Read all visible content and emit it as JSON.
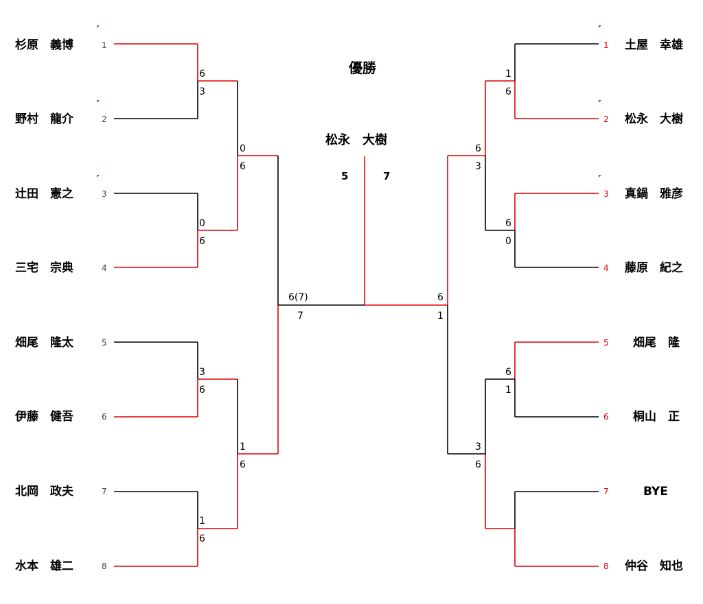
{
  "title": "優勝",
  "champion": {
    "name": "松永　大樹",
    "score_left": "5",
    "score_right": "7"
  },
  "colors": {
    "win": "#e00000",
    "lose": "#000000",
    "flag": "#2e8b2e"
  },
  "left": {
    "players": [
      {
        "seed": "1",
        "name": "杉原　義博",
        "flag": true
      },
      {
        "seed": "2",
        "name": "野村　龍介",
        "flag": true
      },
      {
        "seed": "3",
        "name": "辻田　憲之",
        "flag": true
      },
      {
        "seed": "4",
        "name": "三宅　宗典",
        "flag": false
      },
      {
        "seed": "5",
        "name": "畑尾　隆太",
        "flag": false
      },
      {
        "seed": "6",
        "name": "伊藤　健吾",
        "flag": false
      },
      {
        "seed": "7",
        "name": "北岡　政夫",
        "flag": false
      },
      {
        "seed": "8",
        "name": "水本　雄二",
        "flag": false
      }
    ],
    "round1": [
      [
        "6",
        "3"
      ],
      [
        "0",
        "6"
      ],
      [
        "3",
        "6"
      ],
      [
        "1",
        "6"
      ]
    ],
    "round2": [
      [
        "0",
        "6"
      ],
      [
        "1",
        "6"
      ]
    ],
    "semi": [
      "6(7)",
      "7"
    ]
  },
  "right": {
    "players": [
      {
        "seed": "1",
        "name": "土屋　幸雄",
        "flag": true
      },
      {
        "seed": "2",
        "name": "松永　大樹",
        "flag": true
      },
      {
        "seed": "3",
        "name": "真鍋　雅彦",
        "flag": true
      },
      {
        "seed": "4",
        "name": "藤原　紀之",
        "flag": false
      },
      {
        "seed": "5",
        "name": "畑尾　隆",
        "flag": false
      },
      {
        "seed": "6",
        "name": "桐山　正",
        "flag": false
      },
      {
        "seed": "7",
        "name": "BYE",
        "flag": false
      },
      {
        "seed": "8",
        "name": "仲谷　知也",
        "flag": false
      }
    ],
    "round1": [
      [
        "1",
        "6"
      ],
      [
        "6",
        "0"
      ],
      [
        "6",
        "1"
      ],
      [
        "",
        ""
      ]
    ],
    "round2": [
      [
        "6",
        "3"
      ],
      [
        "3",
        "6"
      ]
    ],
    "semi": [
      "6",
      "1"
    ]
  }
}
